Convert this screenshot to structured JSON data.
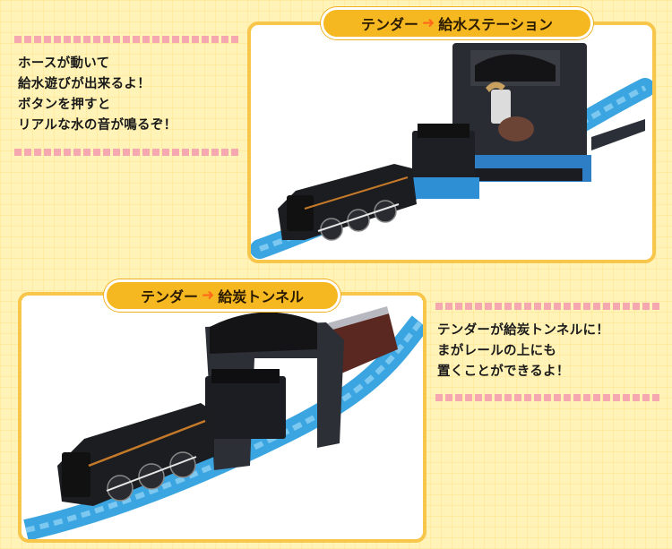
{
  "section1": {
    "label_from": "テンダー",
    "label_to": "給水ステーション",
    "caption": "ホースが動いて\n給水遊びが出来るよ！\nボタンを押すと\nリアルな水の音が鳴るぞ！"
  },
  "section2": {
    "label_from": "テンダー",
    "label_to": "給炭トンネル",
    "caption": "テンダーが給炭トンネルに！\nまがレールの上にも\n置くことができるよ！"
  },
  "icons": {
    "arrow": "right-arrow-icon"
  },
  "colors": {
    "background": "#fff3b8",
    "frame": "#f7c64a",
    "pill": "#f6b820",
    "arrow": "#ff6a1a",
    "dotline": "#f5a8b0",
    "track": "#3aa5e0"
  }
}
